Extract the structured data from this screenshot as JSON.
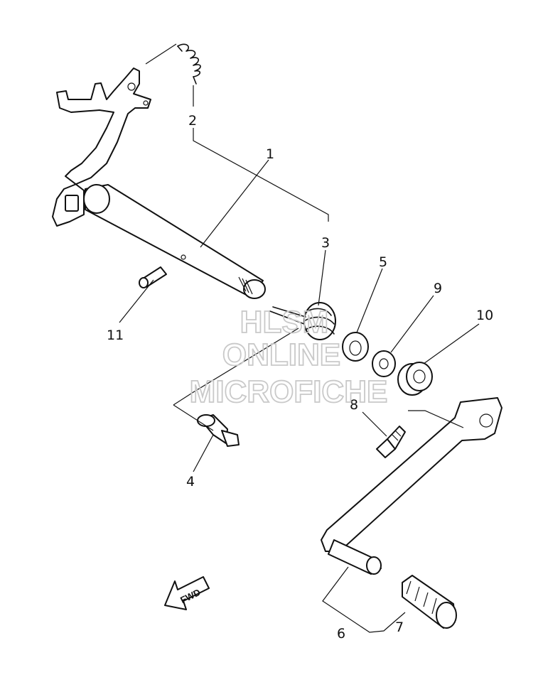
{
  "diagram": {
    "callouts": [
      {
        "id": "1",
        "label": "1"
      },
      {
        "id": "2",
        "label": "2"
      },
      {
        "id": "3",
        "label": "3"
      },
      {
        "id": "4",
        "label": "4"
      },
      {
        "id": "5",
        "label": "5"
      },
      {
        "id": "6",
        "label": "6"
      },
      {
        "id": "7",
        "label": "7"
      },
      {
        "id": "8",
        "label": "8"
      },
      {
        "id": "9",
        "label": "9"
      },
      {
        "id": "10",
        "label": "10"
      },
      {
        "id": "11",
        "label": "11"
      }
    ],
    "direction_marker": "FWD",
    "watermark": [
      "HLSM",
      "ONLINE",
      "MICROFICHE"
    ],
    "colors": {
      "line": "#111111",
      "background": "#ffffff",
      "watermark": "#c9c9c9"
    }
  }
}
